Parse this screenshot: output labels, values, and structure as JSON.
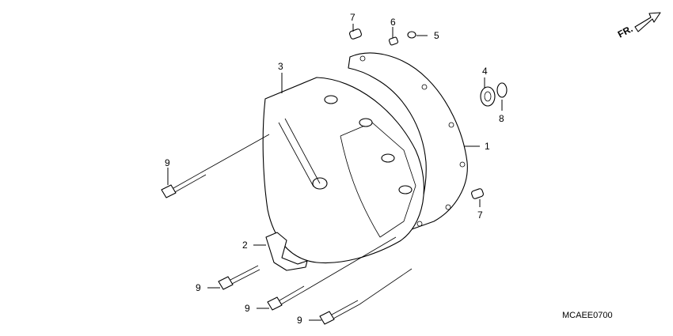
{
  "diagram_code": "MCAEE0700",
  "direction_label": "FR.",
  "callouts": [
    {
      "id": "c1",
      "text": "1"
    },
    {
      "id": "c2",
      "text": "2"
    },
    {
      "id": "c3",
      "text": "3"
    },
    {
      "id": "c4",
      "text": "4"
    },
    {
      "id": "c5",
      "text": "5"
    },
    {
      "id": "c6",
      "text": "6"
    },
    {
      "id": "c7a",
      "text": "7"
    },
    {
      "id": "c7b",
      "text": "7"
    },
    {
      "id": "c8",
      "text": "8"
    },
    {
      "id": "c9a",
      "text": "9"
    },
    {
      "id": "c9b",
      "text": "9"
    },
    {
      "id": "c9c",
      "text": "9"
    },
    {
      "id": "c9d",
      "text": "9"
    }
  ]
}
